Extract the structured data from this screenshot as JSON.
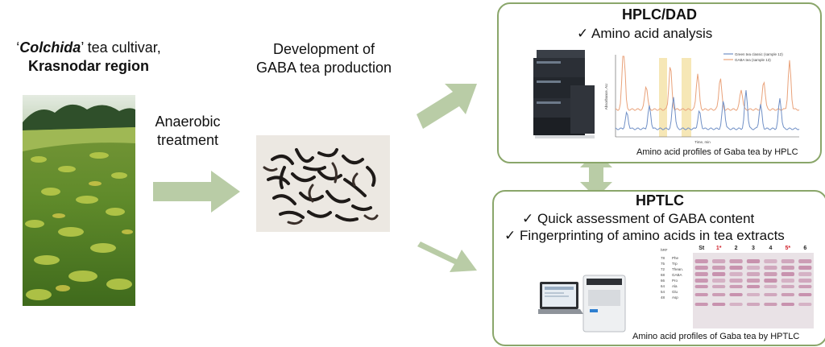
{
  "left": {
    "quote_open": "‘",
    "cultivar": "Colchida",
    "quote_close": "’",
    "cultivar_rest": " tea cultivar,",
    "region": "Krasnodar region"
  },
  "middle": {
    "treatment_line1": "Anaerobic",
    "treatment_line2": "treatment",
    "dev_line1": "Development of",
    "dev_line2": "GABA tea production"
  },
  "hplc": {
    "title": "HPLC/DAD",
    "check_mark": "✓",
    "check1": "Amino acid analysis",
    "chart_legend": [
      "Green tea classic (sample 12)",
      "GABA tea (sample 13)"
    ],
    "chart_xlabel": "Time, min",
    "chart_ylabel": "Absorbance, AU",
    "caption": "Amino acid profiles of Gaba tea by HPLC"
  },
  "hptlc": {
    "title": "HPTLC",
    "check_mark": "✓",
    "check1": "Quick assessment of GABA content",
    "check2": "Fingerprinting of amino acids in tea extracts",
    "plate_lanes": [
      "St",
      "1*",
      "2",
      "3",
      "4",
      "5*",
      "6"
    ],
    "rf_header": "hRF",
    "rf_values": [
      "78",
      "75",
      "72",
      "68",
      "66",
      "64",
      "54",
      "48"
    ],
    "rf_names": [
      "Phe",
      "Trp",
      "Thean.",
      "GABA",
      "Pro",
      "Ala",
      "Glu",
      "Asp"
    ],
    "caption": "Amino acid profiles of Gaba tea by HPTLC"
  },
  "colors": {
    "arrow": "#b9cca6",
    "panel_border": "#8aa66a",
    "highlight": "#f6e7b6",
    "series_green": "#6f8fc6",
    "series_gaba": "#e9a27a",
    "lane_red": "#d0202a"
  }
}
